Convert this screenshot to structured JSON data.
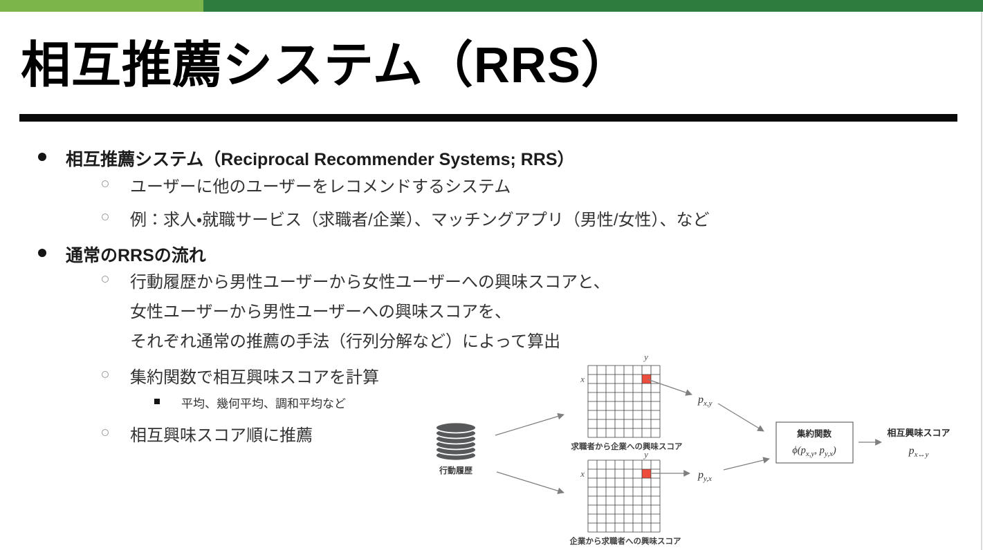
{
  "slide": {
    "title": "相互推薦システム（RRS）",
    "accent_colors": {
      "bar_light_green": "#7cb64a",
      "bar_dark_green": "#2f7d3e"
    }
  },
  "bullets": [
    {
      "level": 1,
      "text": "相互推薦システム（Reciprocal Recommender Systems; RRS）"
    },
    {
      "level": 2,
      "text": "ユーザーに他のユーザーをレコメンドするシステム"
    },
    {
      "level": 2,
      "text": "例：求人・就職サービス（求職者/企業）、マッチングアプリ（男性/女性）、など"
    },
    {
      "level": 1,
      "text": "通常のRRSの流れ"
    },
    {
      "level": 2,
      "text": "行動履歴から男性ユーザーから女性ユーザーへの興味スコアと、"
    },
    {
      "level": 2,
      "continuation": true,
      "text": "女性ユーザーから男性ユーザーへの興味スコアを、"
    },
    {
      "level": 2,
      "continuation": true,
      "text": "それぞれ通常の推薦の手法（行列分解など）によって算出"
    },
    {
      "level": 2,
      "text": "集約関数で相互興味スコアを計算"
    },
    {
      "level": 3,
      "text": "平均、幾何平均、調和平均など"
    },
    {
      "level": 2,
      "text": "相互興味スコア順に推薦"
    }
  ],
  "diagram": {
    "db_label": "行動履歴",
    "grid": {
      "rows": 8,
      "cols": 8,
      "red_cell": {
        "row": 1,
        "col": 6
      }
    },
    "axis_x": "x",
    "axis_y": "y",
    "grid_top_caption": "求職者から企業への興味スコア",
    "grid_bottom_caption": "企業から求職者への興味スコア",
    "p_xy": {
      "base": "p",
      "sub": "x,y"
    },
    "p_yx": {
      "base": "p",
      "sub": "y,x"
    },
    "agg_box": {
      "title": "集約関数",
      "formula_prefix": "ϕ(p",
      "formula_sub1": "x,y",
      "formula_mid": ", p",
      "formula_sub2": "y,x",
      "formula_suffix": ")"
    },
    "output_label": "相互興味スコア",
    "output_p": {
      "base": "p",
      "sub": "x↔y"
    },
    "colors": {
      "red_cell": "#ee4c3c",
      "arrow": "#7f7f7f",
      "grid_line": "#3b3b3b",
      "db_gray": "#57585a"
    }
  }
}
